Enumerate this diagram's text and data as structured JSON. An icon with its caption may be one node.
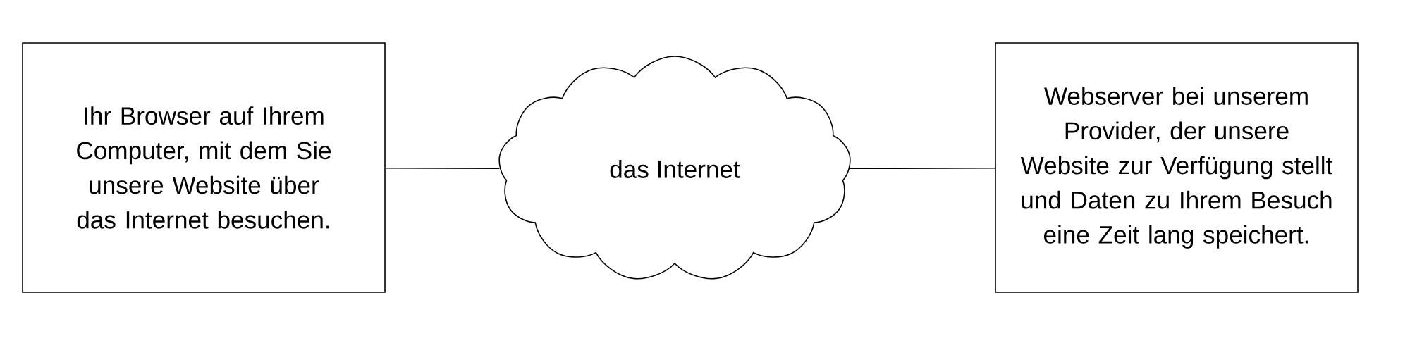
{
  "diagram": {
    "nodes": [
      {
        "text": [
          "Ihr Browser auf Ihrem Computer, mit dem Sie unsere Website über das Internet besuchen."
        ]
      },
      {
        "text": [
          "das Internet"
        ]
      },
      {
        "text": [
          "Webserver bei unserem Provider, der unsere Website zur Verfügung stellt und Daten zu Ihrem Besuch eine Zeit lang speichert."
        ]
      }
    ],
    "edges": [
      {
        "from": 0,
        "to": 1,
        "arrow": "none"
      },
      {
        "from": 1,
        "to": 2,
        "arrow": "none"
      }
    ]
  }
}
